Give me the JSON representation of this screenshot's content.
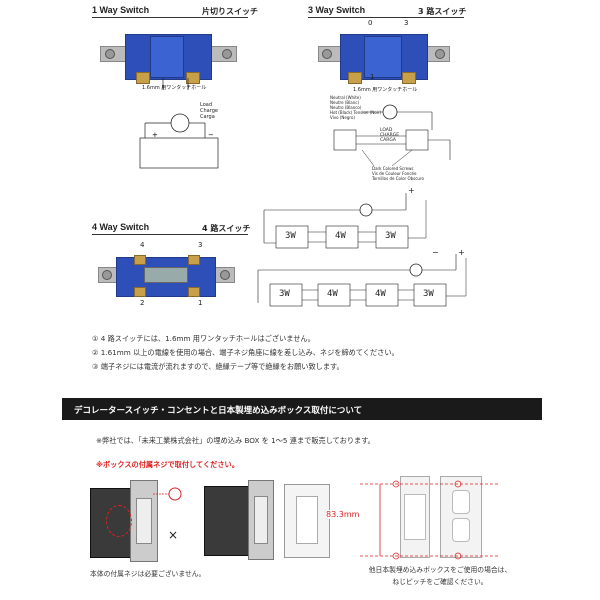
{
  "one_way": {
    "title": "1 Way Switch",
    "title_jp": "片切りスイッチ",
    "hole_label": "1.6mm 用ワンタッチホール",
    "load_label_1": "Load",
    "load_label_2": "Charge",
    "load_label_3": "Carga"
  },
  "three_way": {
    "title": "3 Way Switch",
    "title_jp": "3 路スイッチ",
    "term_0": "0",
    "term_3": "3",
    "term_1": "1",
    "hole_label": "1.6mm 用ワンタッチホール",
    "wire_labels": [
      "Neutral (White)",
      "Neutre (Blanc)",
      "Neutro (Blanco)",
      "Hot (Black) Tension (Noir)",
      "Vivo (Negro)"
    ],
    "load_label_1": "LOAD",
    "load_label_2": "CHARGE",
    "load_label_3": "CARGA",
    "screw_labels": [
      "Dark Colored Screws",
      "Vis de Couleur Foncée",
      "Tornillos de Color Obscuro"
    ]
  },
  "four_way": {
    "title": "4 Way Switch",
    "title_jp": "4 路スイッチ",
    "term_4": "4",
    "term_3": "3",
    "term_2": "2",
    "term_1": "1",
    "diagram1_labels": [
      "3W",
      "4W",
      "3W"
    ],
    "diagram2_labels": [
      "3W",
      "4W",
      "4W",
      "3W"
    ],
    "plus": "+",
    "minus": "−"
  },
  "notes": [
    "① 4 路スイッチには、1.6mm 用ワンタッチホールはございません。",
    "② 1.61mm 以上の電線を使用の場合、端子ネジ角座に線を差し込み、ネジを締めてください。",
    "③ 端子ネジには電流が流れますので、絶縁テープ等で絶縁をお願い致します。"
  ],
  "banner": {
    "text": "デコレータースイッチ・コンセントと日本製埋め込みボックス取付について"
  },
  "info": {
    "line": "※弊社では、「未来工業株式会社」の埋め込み BOX を 1〜5 連まで販売しております。",
    "warning": "※ボックスの付属ネジで取付してください。"
  },
  "photos": {
    "caption_left": "本体の付属ネジは必要ございません。",
    "caption_right_1": "他日本製埋め込みボックスをご使用の場合は、",
    "caption_right_2": "ねじピッチをご確認ください。",
    "dimension": "83.3mm",
    "cross": "×"
  },
  "colors": {
    "switch_blue": "#2d4fb7",
    "red_accent": "#dd2222",
    "banner_bg": "#1a1a1a"
  }
}
